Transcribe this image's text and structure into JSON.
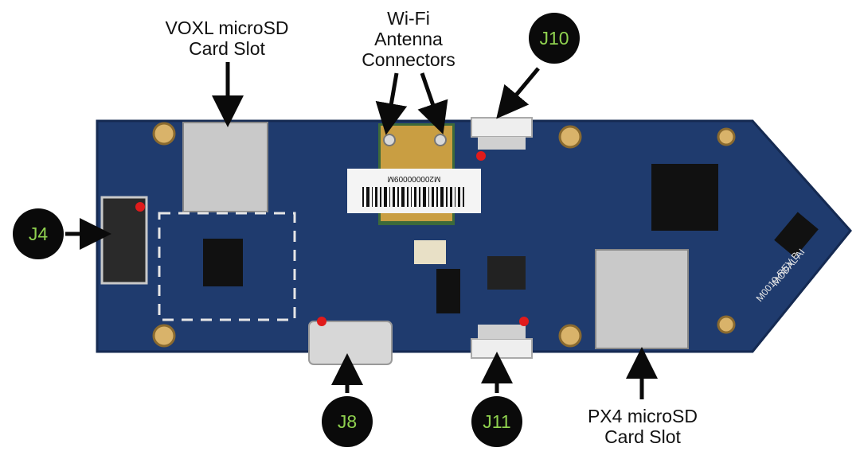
{
  "labels": {
    "voxl_sd": "VOXL microSD\nCard Slot",
    "wifi": "Wi-Fi\nAntenna\nConnectors",
    "px4_sd": "PX4 microSD\nCard Slot"
  },
  "callouts": {
    "j4": "J4",
    "j8": "J8",
    "j10": "J10",
    "j11": "J11"
  },
  "board_text": {
    "barcode": "M200000009M",
    "rev": "MODAL AI",
    "rev2": "M0019-REV B"
  },
  "colors": {
    "pcb": "#1f3b6e",
    "callout_text": "#8fd14f",
    "marker": "#e01b1b"
  }
}
